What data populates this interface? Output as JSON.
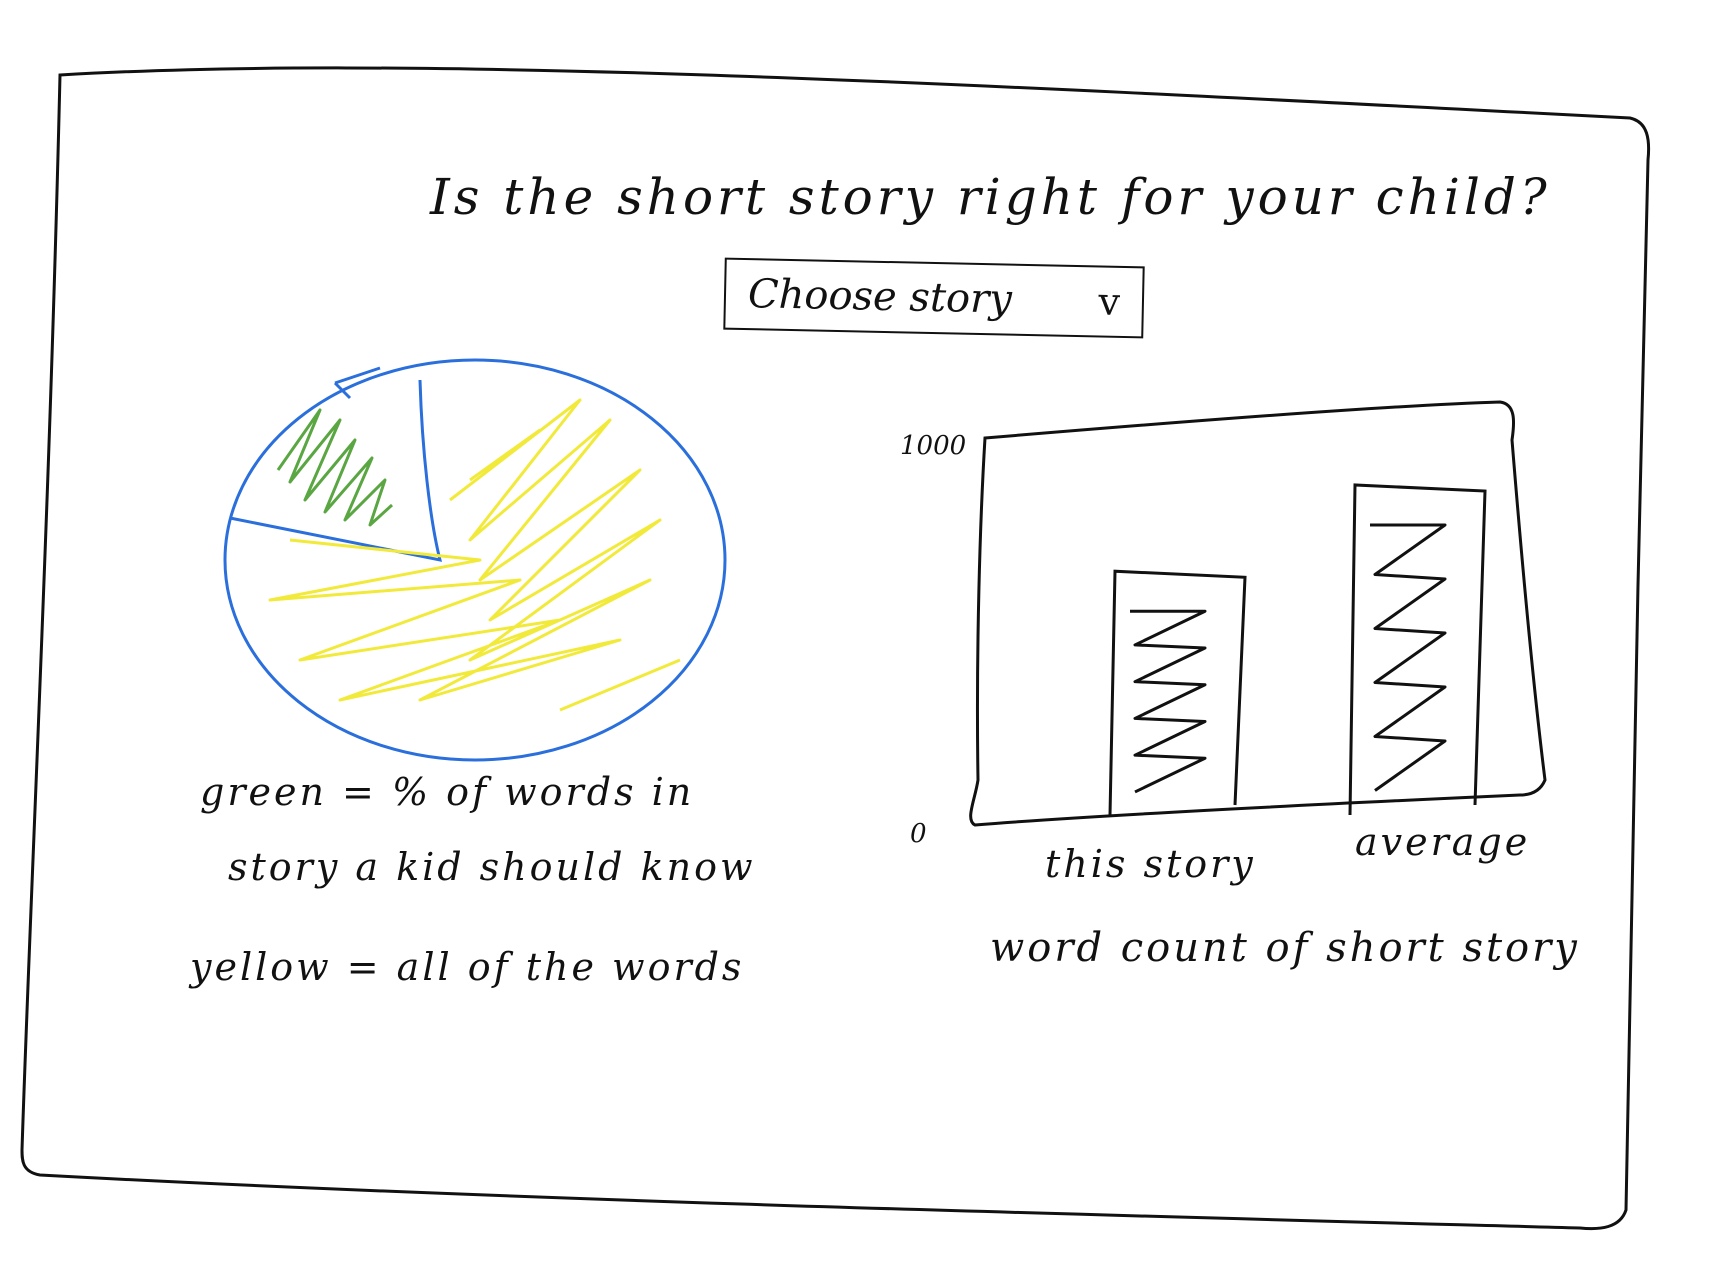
{
  "header": {
    "title": "Is the short story right for your child?"
  },
  "story_select": {
    "label": "Choose story",
    "chevron": "v"
  },
  "pie_legend": {
    "green_line1": "green = % of words in",
    "green_line2": "story a kid should know",
    "yellow_line": "yellow = all of the words"
  },
  "colors": {
    "ink": "#111111",
    "pie_outline": "#2a6fdb",
    "green": "#5aa642",
    "yellow": "#f2ea3a"
  },
  "chart_data": {
    "type": "bar",
    "categories": [
      "this story",
      "average"
    ],
    "values": [
      650,
      880
    ],
    "ylim": [
      0,
      1000
    ],
    "ytick_labels": [
      "0",
      "1000"
    ],
    "xlabel": "word count of short story",
    "ylabel": ""
  }
}
